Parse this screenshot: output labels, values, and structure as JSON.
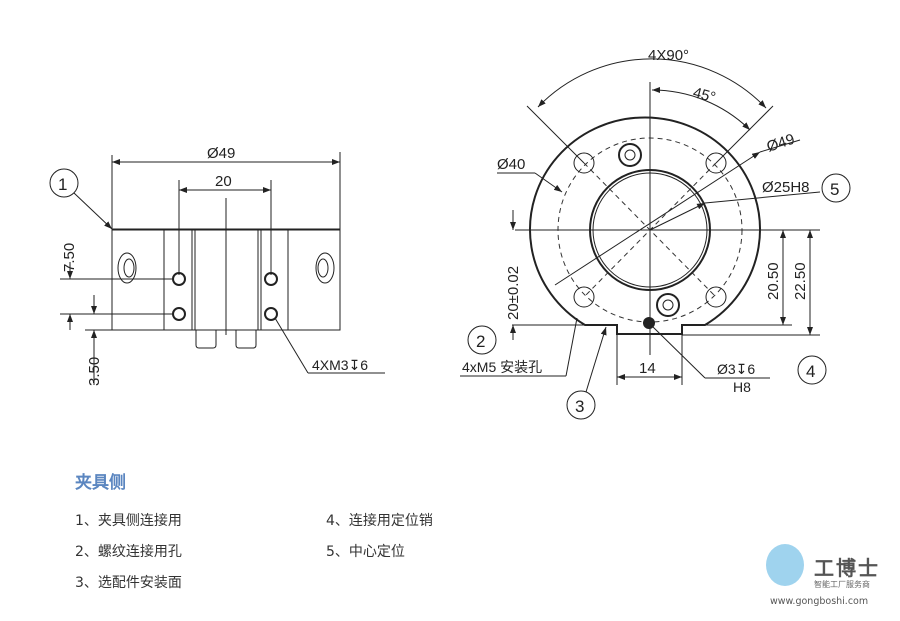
{
  "side_view": {
    "dim_diameter": "Ø49",
    "dim_width": "20",
    "dim_7_50": "7.50",
    "dim_3_50": "3.50",
    "thread_label": "4XM3↧6",
    "callout_1": "1"
  },
  "front_view": {
    "angle_4x90": "4X90°",
    "angle_45": "45°",
    "dia_40": "Ø40",
    "dia_49": "Ø49",
    "dia_25": "Ø25H8",
    "dim_20": "20±0.02",
    "dim_20_50": "20.50",
    "dim_22_50": "22.50",
    "dim_14": "14",
    "pin_label": "Ø3↧6",
    "pin_fit": "H8",
    "mount_label": "4xM5 安装孔",
    "callout_2": "2",
    "callout_3": "3",
    "callout_4": "4",
    "callout_5": "5"
  },
  "legend": {
    "title": "夹具侧",
    "items": [
      "1、夹具侧连接用",
      "2、螺纹连接用孔",
      "3、选配件安装面",
      "4、连接用定位销",
      "5、中心定位"
    ]
  },
  "logo": {
    "name": "工博士",
    "tagline": "智能工厂服务商",
    "url": "www.gongboshi.com"
  }
}
